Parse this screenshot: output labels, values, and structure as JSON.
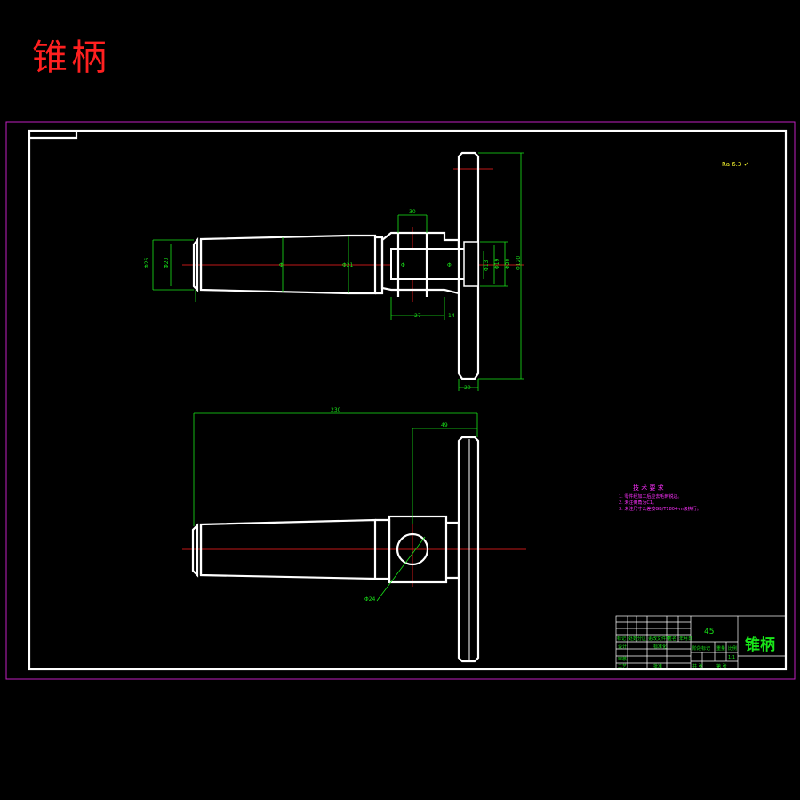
{
  "title": "锥柄",
  "roughness_symbol": "Ra 6.3 ✓",
  "top_view": {
    "dims": {
      "d_left_outer": "Φ26",
      "d_left_inner": "Φ20",
      "d_shaft": "Φ",
      "d_shaft2": "Φ21",
      "w_top": "30",
      "d_hole": "Φ",
      "d_bore": "Φ",
      "d_right_1": "Φ13",
      "d_right_2": "Φ19",
      "d_right_3": "Φ20",
      "d_flange": "Φ120",
      "len_bottom": "27",
      "len_small": "14",
      "thickness": "20"
    }
  },
  "bottom_view": {
    "dims": {
      "overall": "230",
      "partial": "49",
      "hole": "Φ24"
    }
  },
  "tech_requirements": {
    "heading": "技 术 要 求",
    "items": [
      "1. 零件经加工后应去毛刺锐边。",
      "2. 未注倒角为C1。",
      "3. 未注尺寸公差按GB/T1804-m级执行。"
    ]
  },
  "title_block": {
    "material": "45",
    "part_name": "锥柄",
    "cells": [
      "标记",
      "处数",
      "分区",
      "更改文件号",
      "签名",
      "年月日",
      "设计",
      "标准化",
      "审核",
      "工艺",
      "批准",
      "阶段标记",
      "重量",
      "比例",
      "共 张",
      "第 张",
      "1:1"
    ]
  }
}
